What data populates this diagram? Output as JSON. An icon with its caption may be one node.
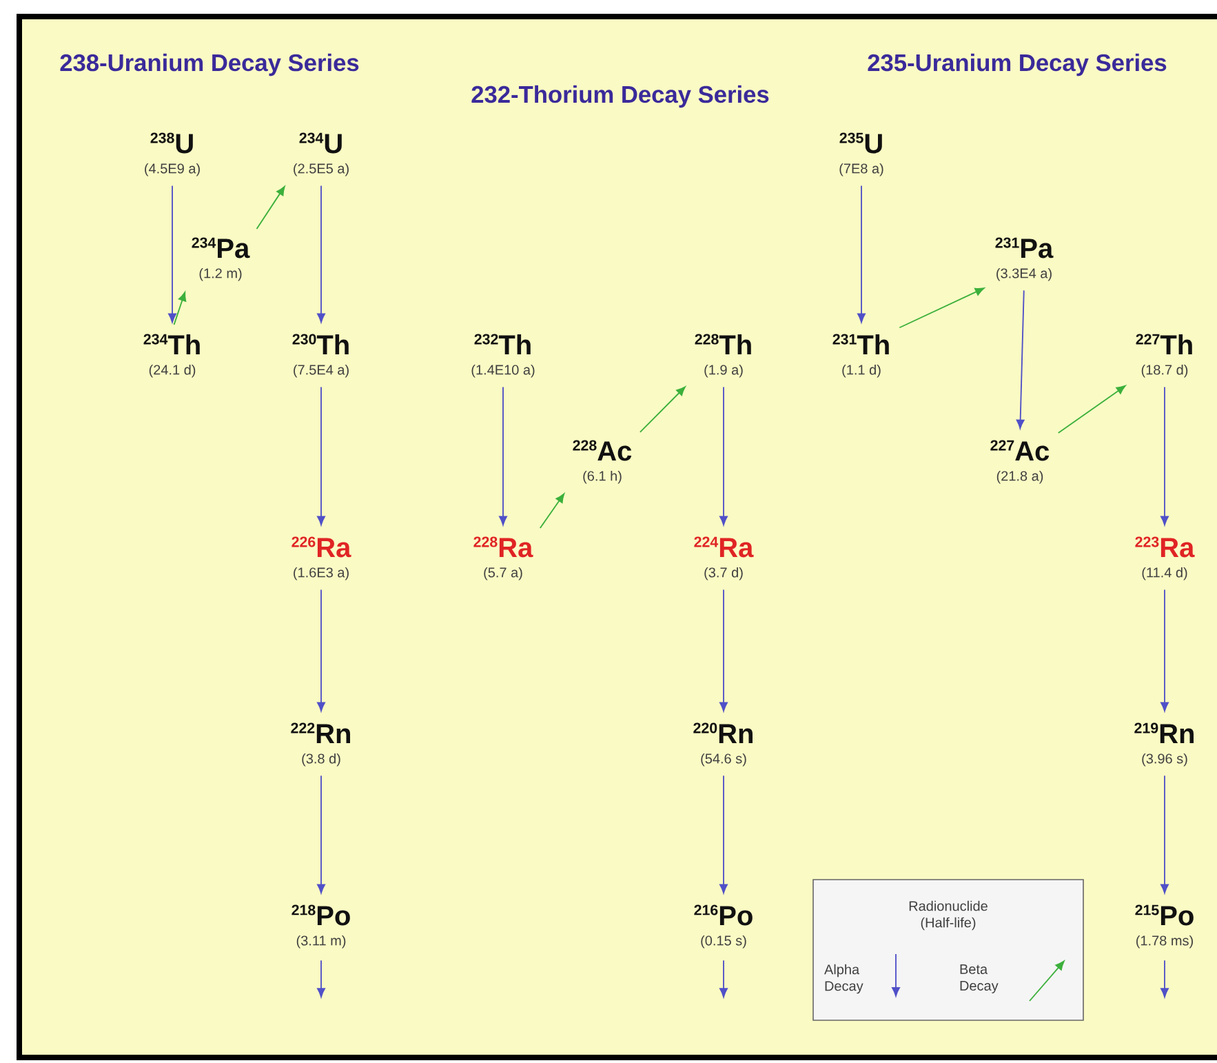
{
  "diagram": {
    "nodes": [
      {
        "text": [
          "238",
          "U",
          "(4.5E9 a)"
        ]
      },
      {
        "text": [
          "234",
          "Th",
          "(24.1 d)"
        ]
      },
      {
        "text": [
          "234",
          "Pa",
          "(1.2 m)"
        ]
      },
      {
        "text": [
          "234",
          "U",
          "(2.5E5 a)"
        ]
      },
      {
        "text": [
          "230",
          "Th",
          "(7.5E4 a)"
        ]
      },
      {
        "text": [
          "226",
          "Ra",
          "(1.6E3 a)"
        ]
      },
      {
        "text": [
          "222",
          "Rn",
          "(3.8 d)"
        ]
      },
      {
        "text": [
          "218",
          "Po",
          "(3.11 m)"
        ]
      },
      {
        "text": [
          "232",
          "Th",
          "(1.4E10 a)"
        ]
      },
      {
        "text": [
          "228",
          "Ra",
          "(5.7 a)"
        ]
      },
      {
        "text": [
          "228",
          "Ac",
          "(6.1 h)"
        ]
      },
      {
        "text": [
          "228",
          "Th",
          "(1.9 a)"
        ]
      },
      {
        "text": [
          "224",
          "Ra",
          "(3.7 d)"
        ]
      },
      {
        "text": [
          "220",
          "Rn",
          "(54.6 s)"
        ]
      },
      {
        "text": [
          "216",
          "Po",
          "(0.15 s)"
        ]
      },
      {
        "text": [
          "235",
          "U",
          "(7E8 a)"
        ]
      },
      {
        "text": [
          "231",
          "Th",
          "(1.1 d)"
        ]
      },
      {
        "text": [
          "231",
          "Pa",
          "(3.3E4 a)"
        ]
      },
      {
        "text": [
          "227",
          "Ac",
          "(21.8 a)"
        ]
      },
      {
        "text": [
          "227",
          "Th",
          "(18.7 d)"
        ]
      },
      {
        "text": [
          "223",
          "Ra",
          "(11.4 d)"
        ]
      },
      {
        "text": [
          "219",
          "Rn",
          "(3.96 s)"
        ]
      },
      {
        "text": [
          "215",
          "Po",
          "(1.78 ms)"
        ]
      }
    ],
    "edges": [
      {
        "from": 0,
        "to": 1,
        "arrow": "to"
      },
      {
        "from": 1,
        "to": 2,
        "arrow": "to",
        "color": "#3cb03c"
      },
      {
        "from": 2,
        "to": 3,
        "arrow": "to",
        "color": "#3cb03c"
      },
      {
        "from": 3,
        "to": 4,
        "arrow": "to"
      },
      {
        "from": 4,
        "to": 5,
        "arrow": "to"
      },
      {
        "from": 5,
        "to": 6,
        "arrow": "to"
      },
      {
        "from": 6,
        "to": 7,
        "arrow": "to"
      },
      {
        "from": 7,
        "to": null,
        "arrow": "to"
      },
      {
        "from": 8,
        "to": 9,
        "arrow": "to"
      },
      {
        "from": 9,
        "to": 10,
        "arrow": "to",
        "color": "#3cb03c"
      },
      {
        "from": 10,
        "to": 11,
        "arrow": "to",
        "color": "#3cb03c"
      },
      {
        "from": 11,
        "to": 12,
        "arrow": "to"
      },
      {
        "from": 12,
        "to": 13,
        "arrow": "to"
      },
      {
        "from": 13,
        "to": 14,
        "arrow": "to"
      },
      {
        "from": 14,
        "to": null,
        "arrow": "to"
      },
      {
        "from": 15,
        "to": 16,
        "arrow": "to"
      },
      {
        "from": 16,
        "to": 17,
        "arrow": "to",
        "color": "#3cb03c"
      },
      {
        "from": 17,
        "to": 18,
        "arrow": "to"
      },
      {
        "from": 18,
        "to": 19,
        "arrow": "to",
        "color": "#3cb03c"
      },
      {
        "from": 19,
        "to": 20,
        "arrow": "to"
      },
      {
        "from": 20,
        "to": 21,
        "arrow": "to"
      },
      {
        "from": 21,
        "to": 22,
        "arrow": "to"
      },
      {
        "from": 22,
        "to": null,
        "arrow": "to"
      }
    ],
    "labels": [
      "238-Uranium Decay Series",
      "232-Thorium Decay Series",
      "235-Uranium Decay Series",
      "Radionuclide (Half-life)"
    ],
    "legend": [
      {
        "text": "Alpha Decay"
      },
      {
        "text": "Beta Decay"
      }
    ]
  }
}
